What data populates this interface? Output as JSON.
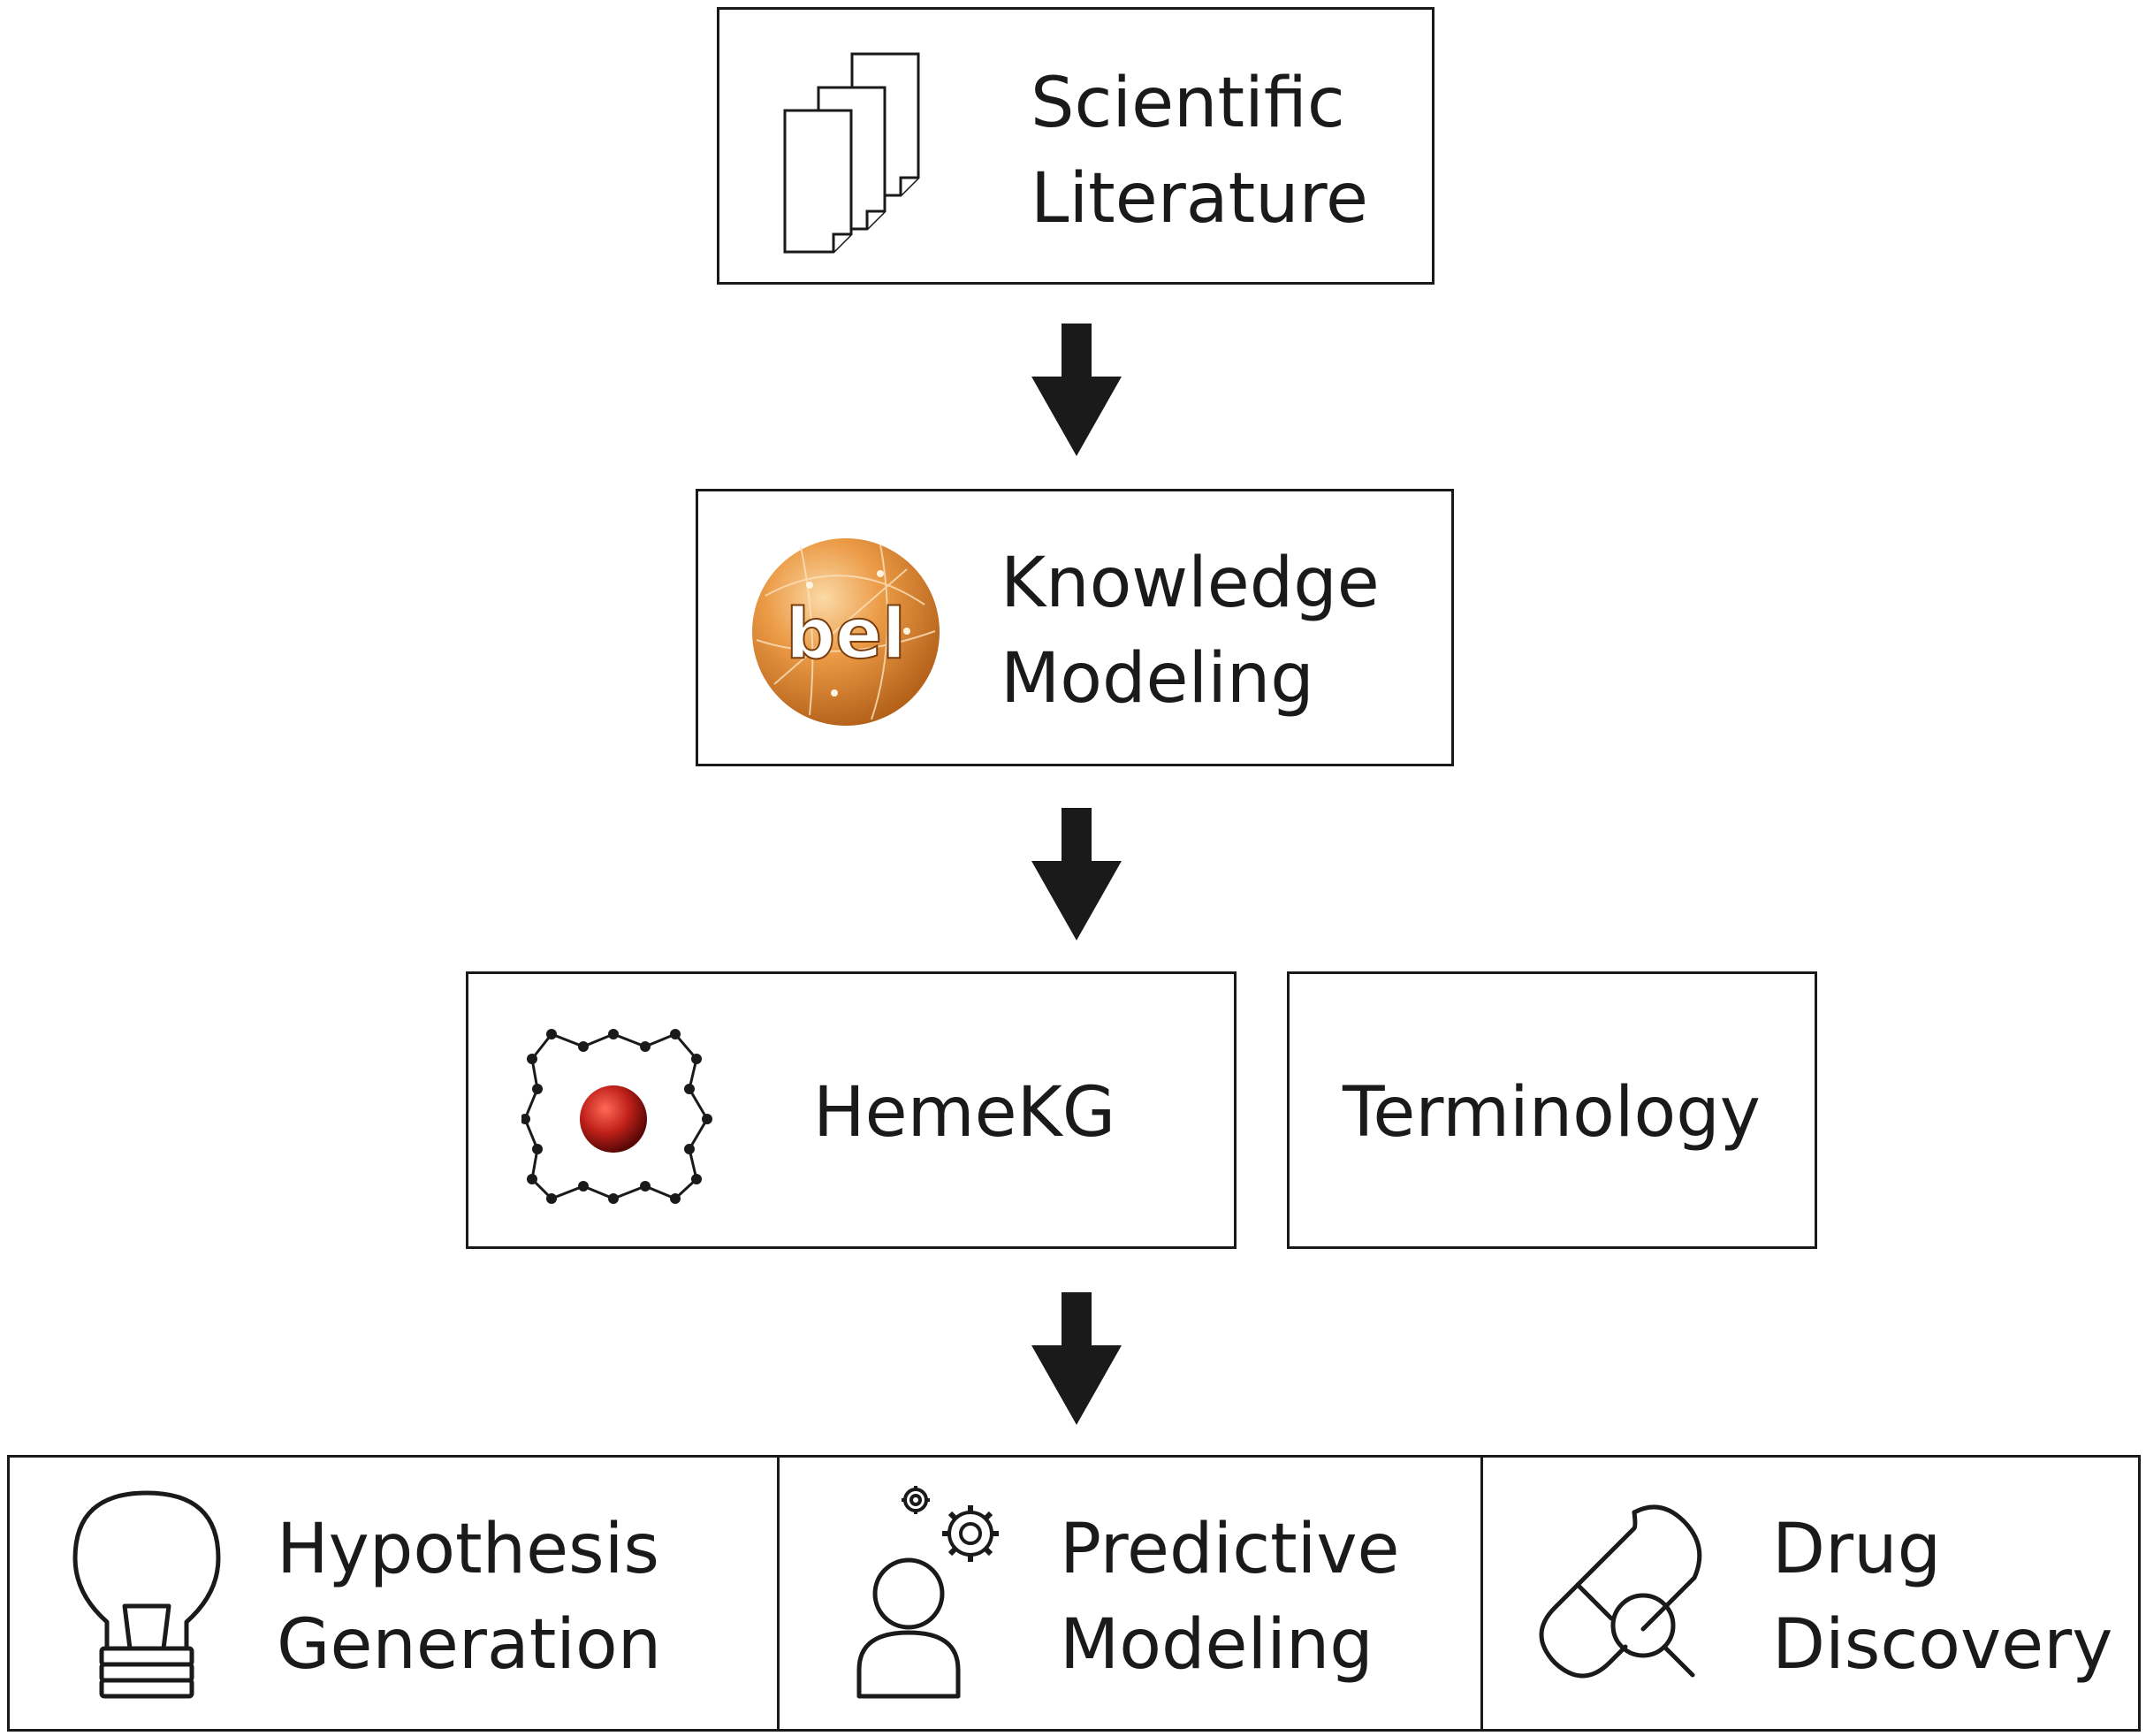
{
  "diagram": {
    "literature": {
      "line1": "Scientific",
      "line2": "Literature",
      "icon": "documents-stack-icon"
    },
    "knowledge": {
      "line1": "Knowledge",
      "line2": "Modeling",
      "logo_text": "bel",
      "icon": "bel-globe-logo"
    },
    "hemekg": {
      "label": "HemeKG",
      "icon": "heme-molecule-icon"
    },
    "terminology": {
      "label": "Terminology"
    },
    "outputs": {
      "hypothesis": {
        "line1": "Hypothesis",
        "line2": "Generation",
        "icon": "lightbulb-icon"
      },
      "predictive": {
        "line1": "Predictive",
        "line2": "Modeling",
        "icon": "person-gears-icon"
      },
      "drug": {
        "line1": "Drug",
        "line2": "Discovery",
        "icon": "pill-search-icon"
      }
    },
    "colors": {
      "line": "#1a1a1a",
      "bel_orange": "#e8913a",
      "heme_red": "#c0201a"
    }
  }
}
